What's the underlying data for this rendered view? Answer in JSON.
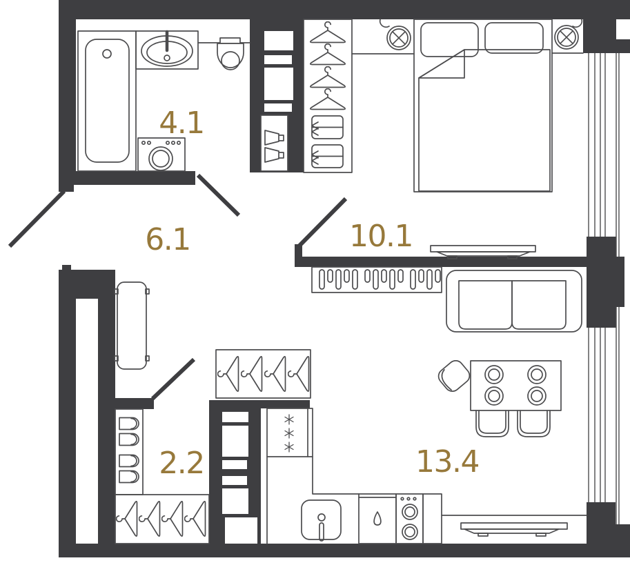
{
  "plan": {
    "title": "Studio apartment floor plan",
    "colors": {
      "wall": "#3e3e41",
      "line": "#4c4c4e",
      "label": "#97793b",
      "background": "#ffffff"
    },
    "rooms": [
      {
        "id": "bathroom",
        "area_label": "4.1",
        "fixtures": [
          "bathtub",
          "washbasin",
          "toilet",
          "washing-machine"
        ]
      },
      {
        "id": "hallway",
        "area_label": "6.1",
        "fixtures": [
          "tall-cabinet",
          "coat-hanger-closet",
          "utility-shelf"
        ]
      },
      {
        "id": "bedroom",
        "area_label": "10.1",
        "fixtures": [
          "double-bed",
          "pillows",
          "wardrobe-hangers",
          "shoe-boxes",
          "bedside-lamps",
          "tv"
        ]
      },
      {
        "id": "storage",
        "area_label": "2.2",
        "fixtures": [
          "slipper-shelf",
          "hanger-shelf"
        ]
      },
      {
        "id": "living-kitchen",
        "area_label": "13.4",
        "fixtures": [
          "sofa",
          "slatted-closet",
          "dining-table",
          "chairs",
          "fridge",
          "sink",
          "dishwasher",
          "cooktop",
          "tv"
        ]
      }
    ],
    "windows": 2,
    "door_swings": 4
  }
}
